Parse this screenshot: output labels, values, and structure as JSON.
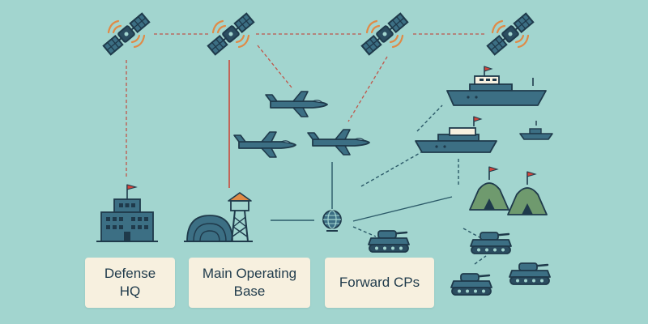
{
  "labels": {
    "defense_hq": [
      "Defense",
      "HQ"
    ],
    "main_operating_base": [
      "Main Operating",
      "Base"
    ],
    "forward_cps": [
      "Forward CPs"
    ]
  },
  "colors": {
    "background": "#a2d5cf",
    "navy": "#2b4d60",
    "steel": "#3c6f84",
    "link_dashed": "#c0564a",
    "link_solid": "#c94a3d",
    "network_line": "#2b5968",
    "flag": "#d2443a",
    "antenna_orange": "#e08a46",
    "tent_green": "#6f9a6e",
    "card_bg": "#f7f0df"
  },
  "icons": [
    "satellite-icon",
    "fighter-jet-icon",
    "warship-icon",
    "patrol-boat-icon",
    "headquarters-building-icon",
    "hangar-icon",
    "watchtower-icon",
    "globe-network-icon",
    "tank-icon",
    "field-tent-icon"
  ]
}
